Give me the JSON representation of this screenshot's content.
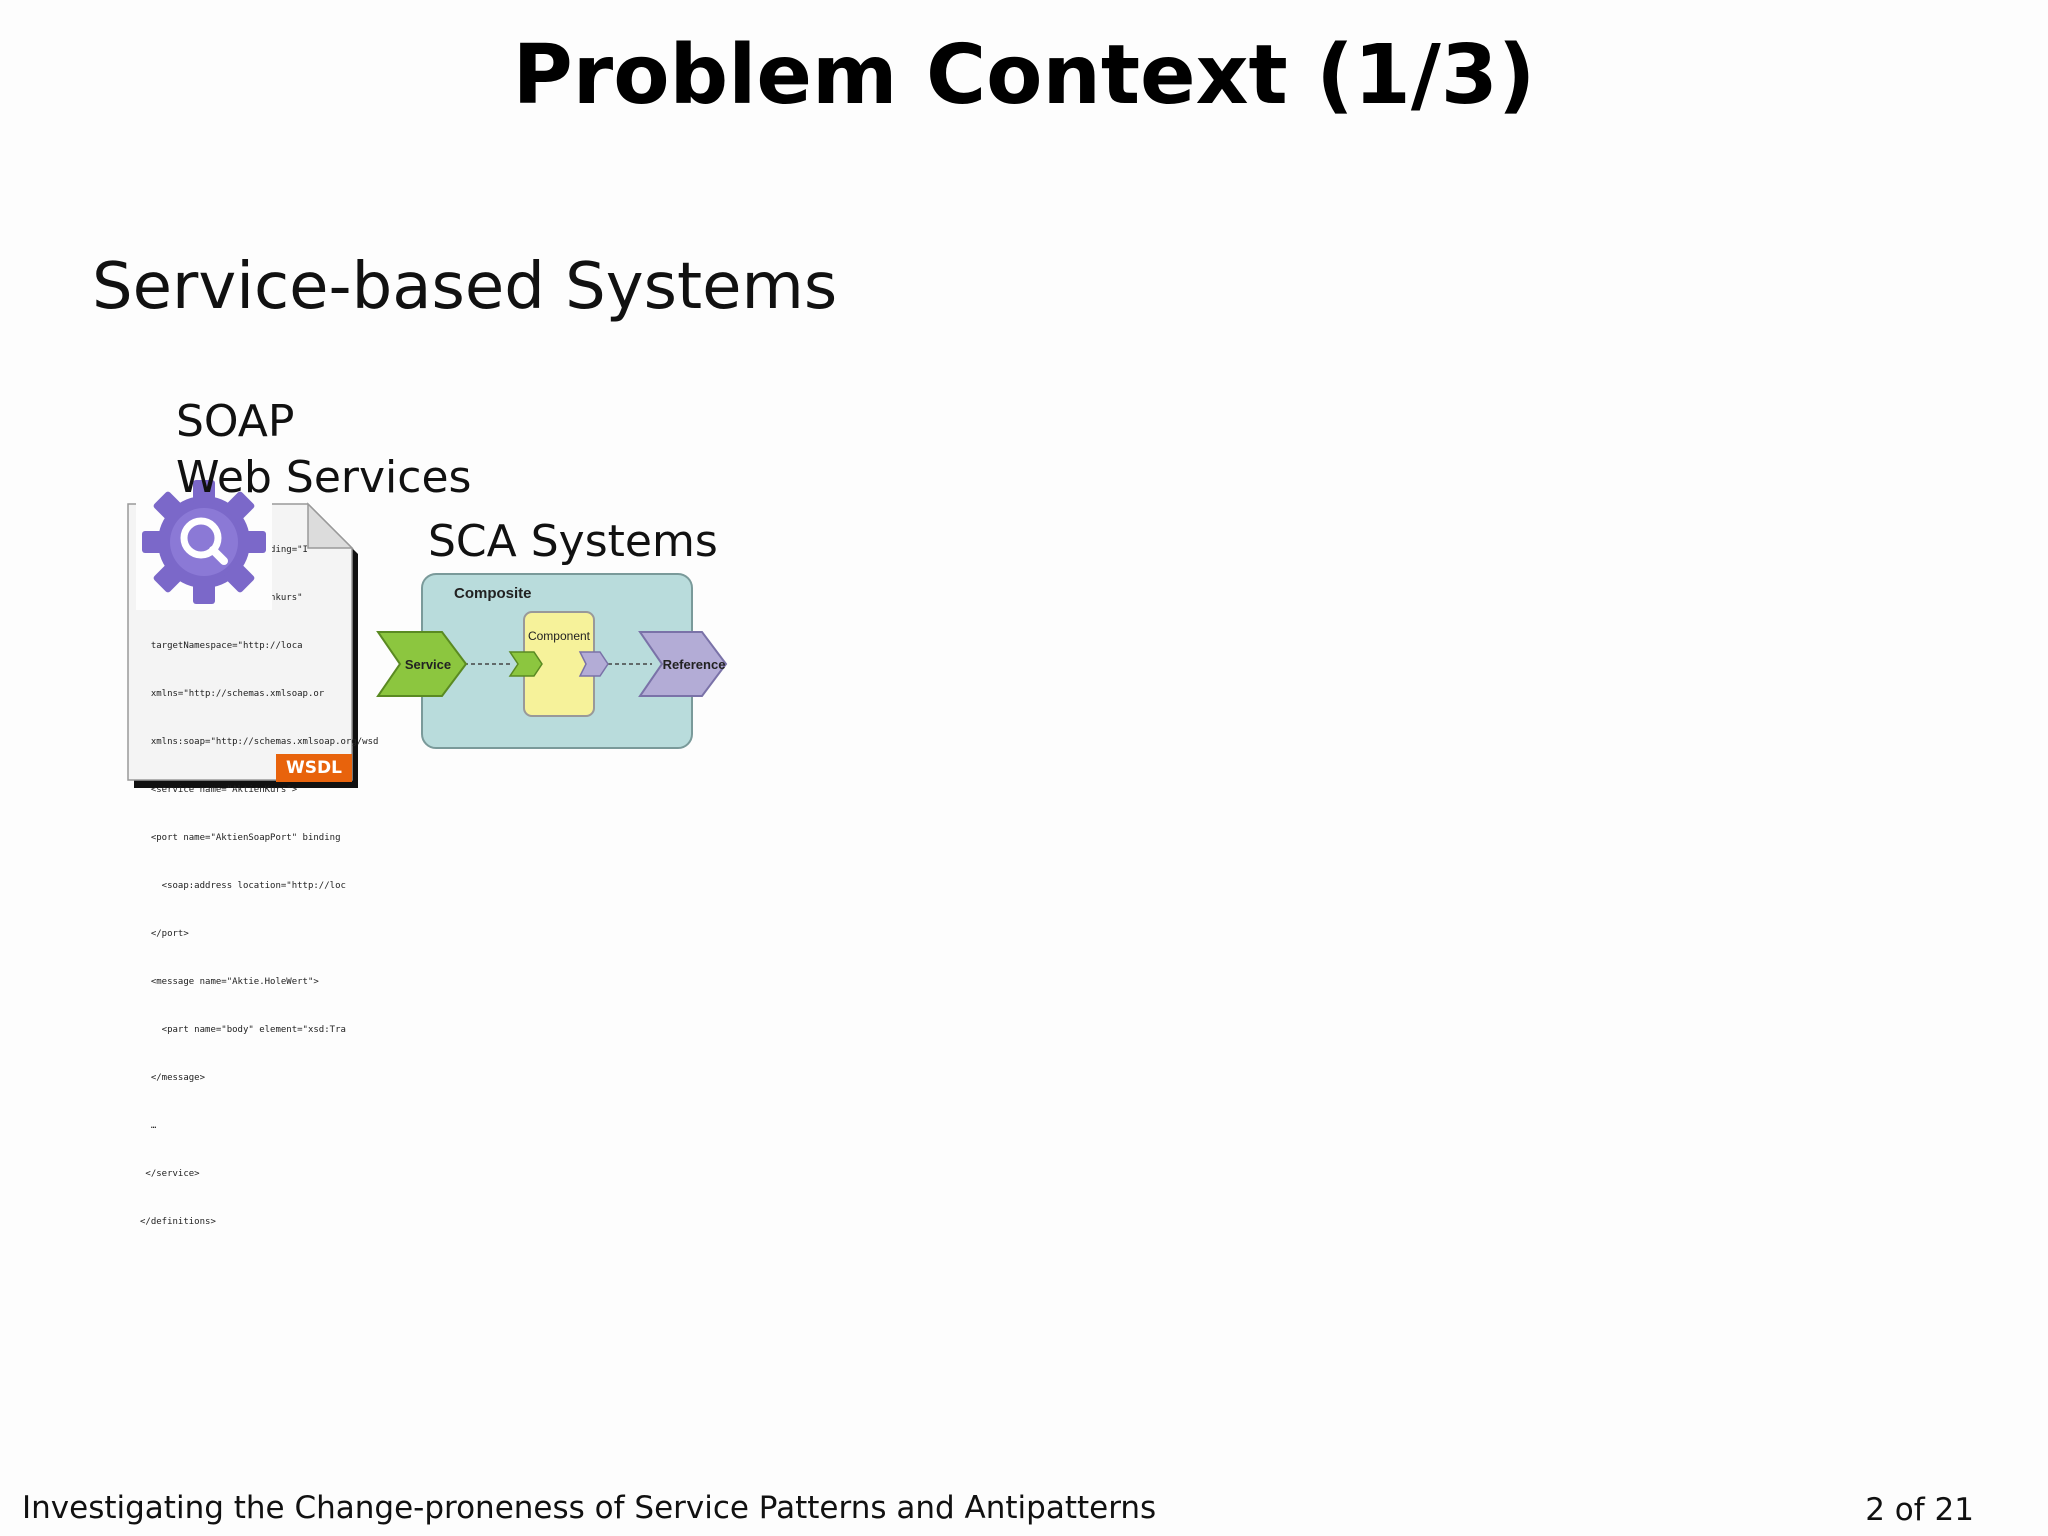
{
  "slide": {
    "title": "Problem Context (1/3)",
    "heading": "Service-based Systems"
  },
  "soap": {
    "line1": "SOAP",
    "line2": "Web Services",
    "code_lines": [
      "<?xml version=\"1.0\" encoding=\"I",
      "<definitions name=\"Aktienkurs\"",
      "  targetNamespace=\"http://loca",
      "  xmlns=\"http://schemas.xmlsoap.or",
      "  xmlns:soap=\"http://schemas.xmlsoap.org/wsd",
      "  <service name=\"AktienKurs\">",
      "  <port name=\"AktienSoapPort\" binding",
      "    <soap:address location=\"http://loc",
      "  </port>",
      "  <message name=\"Aktie.HoleWert\">",
      "    <part name=\"body\" element=\"xsd:Tra",
      "  </message>",
      "  …",
      " </service>",
      "</definitions>"
    ],
    "badge": "WSDL",
    "gear_icon": "gear-search-icon",
    "gear_color": "#7b68c9"
  },
  "sca": {
    "label": "SCA Systems",
    "composite_label": "Composite",
    "component_label": "Component",
    "service_label": "Service",
    "reference_label": "Reference",
    "composite_color": "#b9dcdc",
    "component_color": "#f6f29a",
    "service_color": "#8cc63f",
    "reference_color": "#b3acd6"
  },
  "footer": {
    "talk_title": "Investigating the Change-proneness of Service Patterns and Antipatterns",
    "page": "2 of 21"
  }
}
